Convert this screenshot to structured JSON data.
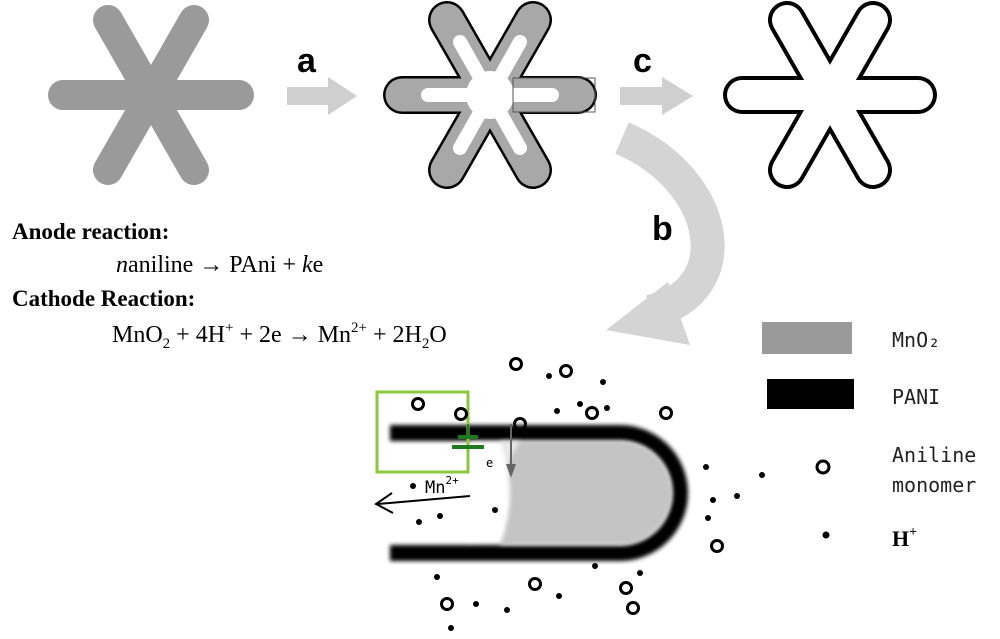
{
  "steps": {
    "a": "a",
    "b": "b",
    "c": "c"
  },
  "reactions": {
    "anode_title": "Anode reaction:",
    "anode_eq": {
      "pre": "n",
      "mid": "aniline → PAni + ",
      "k": "k",
      "post": "e"
    },
    "cathode_title": "Cathode Reaction:",
    "cathode_eq": {
      "t1": "MnO",
      "s1": "2",
      "t2": " + 4H",
      "p1": "+",
      "t3": " + 2e → Mn",
      "p2": "2+",
      "t4": " + 2H",
      "s2": "2",
      "t5": "O"
    }
  },
  "zoom": {
    "mn": "Mn",
    "mn_charge": "2+",
    "electron": "e"
  },
  "legend": {
    "mno2": "MnO₂",
    "pani": "PANI",
    "aniline_1": "Aniline",
    "aniline_2": "monomer",
    "h": "H",
    "h_charge": "+"
  },
  "colors": {
    "mno2": "#9a9a9a",
    "pani": "#000000",
    "arrow": "#cfcfcf",
    "frame": "#8dc63f",
    "electrode": "#1f7a1f"
  }
}
